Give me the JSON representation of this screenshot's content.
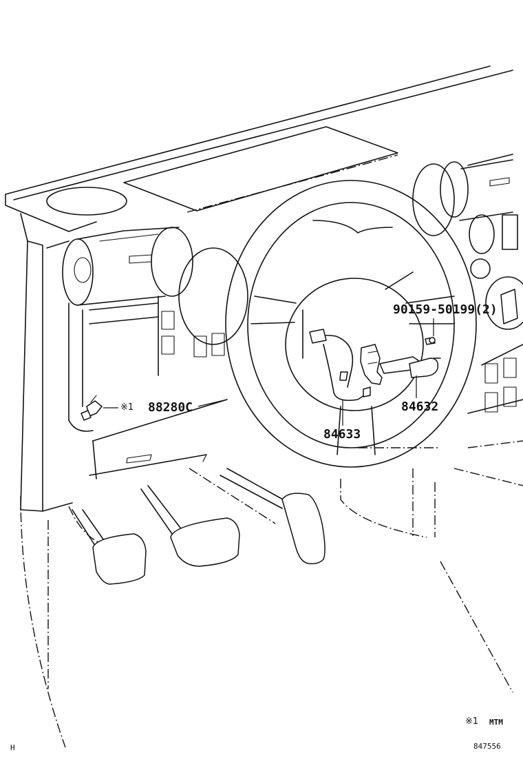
{
  "labels": {
    "bolt": "90159-50199(2)",
    "switch_lever": "84632",
    "harness": "84633",
    "sensor": "88280C",
    "sensor_mark": "※1"
  },
  "footnote": {
    "mark": "※1",
    "text": "MTM"
  },
  "corner_letter": "H",
  "illustration_number": "847556"
}
